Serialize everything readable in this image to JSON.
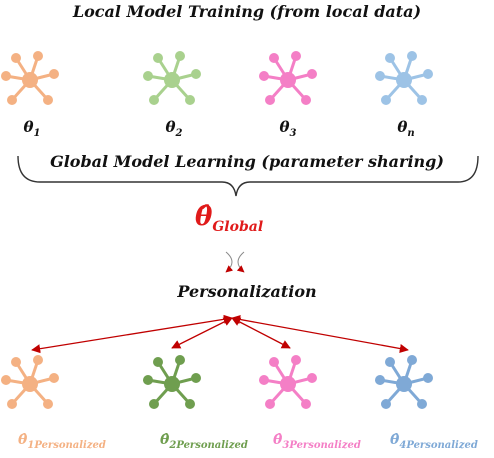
{
  "titles": {
    "local": "Local Model Training (from local data)",
    "global": "Global Model Learning (parameter sharing)",
    "personalization": "Personalization"
  },
  "global_model": {
    "symbol": "θ̂",
    "subscript": "Global",
    "color": "#e01a1a"
  },
  "local_models": [
    {
      "symbol": "θ",
      "subscript": "1",
      "color": "#f4b183"
    },
    {
      "symbol": "θ",
      "subscript": "2",
      "color": "#a9d18e"
    },
    {
      "symbol": "θ",
      "subscript": "3",
      "color": "#f47fc6"
    },
    {
      "symbol": "θ",
      "subscript": "n",
      "color": "#9dc3e6"
    }
  ],
  "personalized_models": [
    {
      "symbol": "θ̂",
      "index": "1",
      "subscript": "Personalized",
      "color": "#f4b183"
    },
    {
      "symbol": "θ̂",
      "index": "2",
      "subscript": "Personalized",
      "color": "#6f9e4f"
    },
    {
      "symbol": "θ̂",
      "index": "3",
      "subscript": "Personalized",
      "color": "#f47fc6"
    },
    {
      "symbol": "θ̂",
      "index": "4",
      "subscript": "Personalized",
      "color": "#7fa9d6"
    }
  ],
  "colors": {
    "arrow": "#c00000",
    "brace": "#333333",
    "text": "#111111"
  }
}
